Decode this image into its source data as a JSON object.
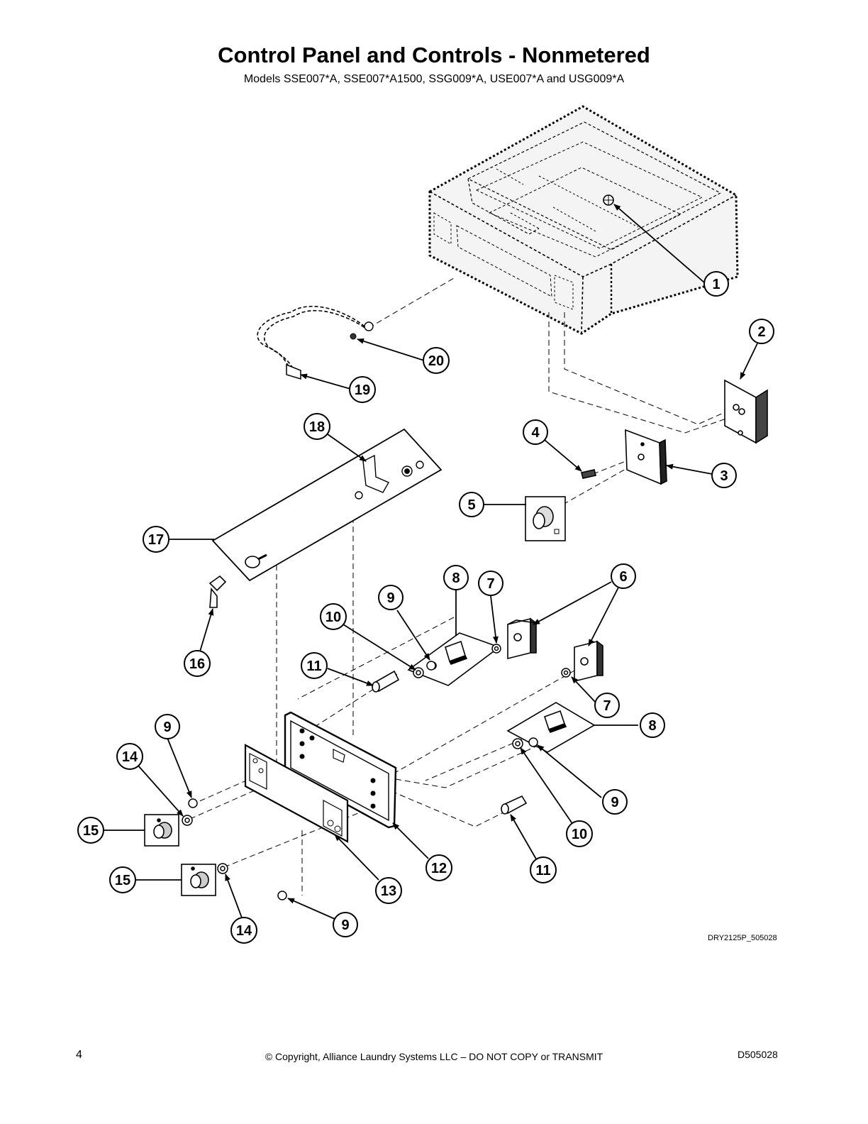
{
  "title": "Control Panel and Controls - Nonmetered",
  "subtitle": "Models SSE007*A, SSE007*A1500, SSG009*A, USE007*A and USG009*A",
  "drawing_ref": "DRY2125P_505028",
  "footer": {
    "page_number": "4",
    "copyright": "© Copyright, Alliance Laundry Systems LLC – DO NOT COPY or TRANSMIT",
    "doc_id": "D505028"
  },
  "callouts": [
    {
      "id": "c1",
      "label": "1"
    },
    {
      "id": "c2",
      "label": "2"
    },
    {
      "id": "c3",
      "label": "3"
    },
    {
      "id": "c4",
      "label": "4"
    },
    {
      "id": "c5",
      "label": "5"
    },
    {
      "id": "c6",
      "label": "6"
    },
    {
      "id": "c7a",
      "label": "7"
    },
    {
      "id": "c7b",
      "label": "7"
    },
    {
      "id": "c8a",
      "label": "8"
    },
    {
      "id": "c8b",
      "label": "8"
    },
    {
      "id": "c9a",
      "label": "9"
    },
    {
      "id": "c9b",
      "label": "9"
    },
    {
      "id": "c9c",
      "label": "9"
    },
    {
      "id": "c9d",
      "label": "9"
    },
    {
      "id": "c10a",
      "label": "10"
    },
    {
      "id": "c10b",
      "label": "10"
    },
    {
      "id": "c11a",
      "label": "11"
    },
    {
      "id": "c11b",
      "label": "11"
    },
    {
      "id": "c12",
      "label": "12"
    },
    {
      "id": "c13",
      "label": "13"
    },
    {
      "id": "c14a",
      "label": "14"
    },
    {
      "id": "c14b",
      "label": "14"
    },
    {
      "id": "c15a",
      "label": "15"
    },
    {
      "id": "c15b",
      "label": "15"
    },
    {
      "id": "c16",
      "label": "16"
    },
    {
      "id": "c17",
      "label": "17"
    },
    {
      "id": "c18",
      "label": "18"
    },
    {
      "id": "c19",
      "label": "19"
    },
    {
      "id": "c20",
      "label": "20"
    }
  ]
}
